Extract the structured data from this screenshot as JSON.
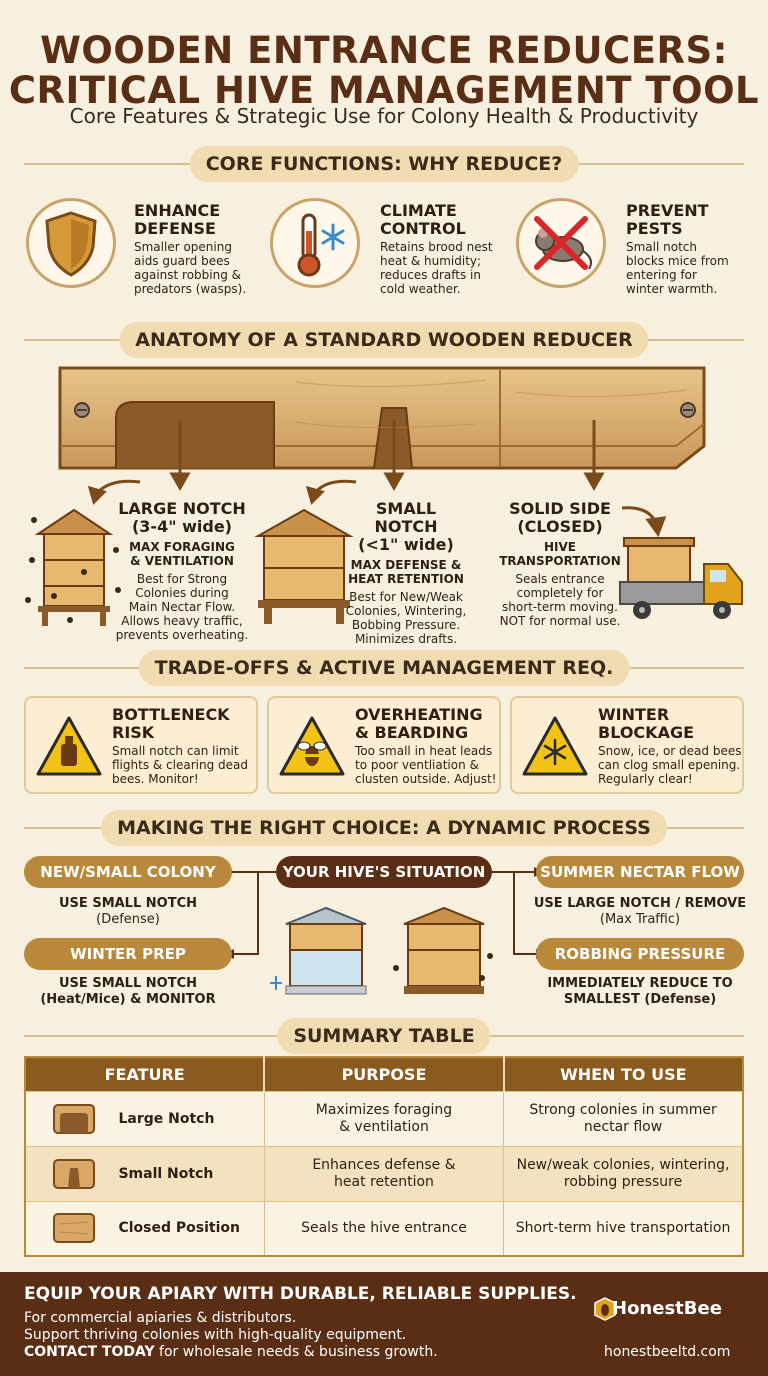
{
  "header": {
    "title_line1": "WOODEN ENTRANCE REDUCERS:",
    "title_line2": "CRITICAL HIVE MANAGEMENT TOOL",
    "subtitle": "Core Features & Strategic Use for Colony Health & Productivity"
  },
  "sections": {
    "core": "CORE FUNCTIONS: WHY REDUCE?",
    "anatomy": "ANATOMY OF A STANDARD WOODEN REDUCER",
    "tradeoffs": "TRADE-OFFS & ACTIVE MANAGEMENT REQ.",
    "choice": "MAKING THE RIGHT CHOICE: A DYNAMIC PROCESS",
    "summary": "SUMMARY TABLE"
  },
  "core_functions": [
    {
      "icon": "shield-icon",
      "title1": "ENHANCE",
      "title2": "DEFENSE",
      "text1": "Smaller opening",
      "text2": "aids guard bees",
      "text3": "against robbing &",
      "text4": "predators (wasps)."
    },
    {
      "icon": "thermometer-snowflake-icon",
      "title1": "CLIMATE",
      "title2": "CONTROL",
      "text1": "Retains brood nest",
      "text2": "heat & humidity;",
      "text3": "reduces drafts in",
      "text4": "cold weather."
    },
    {
      "icon": "mouse-crossed-icon",
      "title1": "PREVENT",
      "title2": "PESTS",
      "text1": "Small notch",
      "text2": "blocks mice from",
      "text3": "entering for",
      "text4": "winter warmth."
    }
  ],
  "notches": [
    {
      "title1": "LARGE NOTCH",
      "title2": "(3-4\" wide)",
      "sub1": "MAX FORAGING",
      "sub2": "& VENTILATION",
      "text1": "Best for Strong",
      "text2": "Colonies during",
      "text3": "Main Nectar Flow.",
      "text4": "Allows heavy traffic,",
      "text5": "prevents overheating."
    },
    {
      "title1": "SMALL NOTCH",
      "title2": "(<1\" wide)",
      "sub1": "MAX DEFENSE &",
      "sub2": "HEAT RETENTION",
      "text1": "Best for New/Weak",
      "text2": "Colonies, Wintering,",
      "text3": "Bobbing Pressure.",
      "text4": "Minimizes drafts."
    },
    {
      "title1": "SOLID SIDE",
      "title2": "(CLOSED)",
      "sub1": "HIVE",
      "sub2": "TRANSPORTATION",
      "text1": "Seals entrance",
      "text2": "completely for",
      "text3": "short-term moving.",
      "text4": "NOT for normal use."
    }
  ],
  "tradeoffs": [
    {
      "icon": "warning-bottle-icon",
      "title1": "BOTTLENECK",
      "title2": "RISK",
      "text1": "Small notch can limit",
      "text2": "flights & clearing dead",
      "text3": "bees. Monitor!"
    },
    {
      "icon": "warning-bee-icon",
      "title1": "OVERHEATING",
      "title2": "& BEARDING",
      "text1": "Too small in heat leads",
      "text2": "to poor ventliation &",
      "text3": "clusten outside. Adjust!"
    },
    {
      "icon": "warning-snow-icon",
      "title1": "WINTER",
      "title2": "BLOCKAGE",
      "text1": "Snow, ice, or dead bees",
      "text2": "can clog small epening.",
      "text3": "Regularly clear!"
    }
  ],
  "choice": {
    "center": "YOUR HIVE'S SITUATION",
    "items": [
      {
        "label": "NEW/SMALL COLONY",
        "line1": "USE SMALL NOTCH",
        "line2": "(Defense)"
      },
      {
        "label": "WINTER PREP",
        "line1": "USE SMALL NOTCH",
        "line2": "(Heat/Mice) & MONITOR"
      },
      {
        "label": "SUMMER NECTAR FLOW",
        "line1": "USE LARGE NOTCH / REMOVE",
        "line2": "(Max Traffic)"
      },
      {
        "label": "ROBBING PRESSURE",
        "line1": "IMMEDIATELY REDUCE TO",
        "line2": "SMALLEST (Defense)"
      }
    ]
  },
  "summary_table": {
    "headers": [
      "FEATURE",
      "PURPOSE",
      "WHEN TO USE"
    ],
    "rows": [
      {
        "feature": "Large Notch",
        "p1": "Maximizes foraging",
        "p2": "& ventilation",
        "w1": "Strong colonies in summer",
        "w2": "nectar flow"
      },
      {
        "feature": "Small Notch",
        "p1": "Enhances defense &",
        "p2": "heat retention",
        "w1": "New/weak colonies, wintering,",
        "w2": "robbing pressure"
      },
      {
        "feature": "Closed Position",
        "p1": "Seals the hive entrance",
        "p2": "",
        "w1": "Short-term hive transportation",
        "w2": ""
      }
    ]
  },
  "footer": {
    "headline": "EQUIP YOUR APIARY WITH DURABLE, RELIABLE SUPPLIES.",
    "line1": "For commercial apiaries & distributors.",
    "line2": "Support thriving colonies with high-quality equipment.",
    "cta_bold": "CONTACT TODAY",
    "cta_rest": " for wholesale needs & business growth.",
    "brand": "HonestBee",
    "url": "honestbeeltd.com"
  },
  "colors": {
    "brown": "#5a2e14",
    "gold": "#b8893a",
    "cream": "#f8f0de",
    "warning": "#f2c314"
  }
}
